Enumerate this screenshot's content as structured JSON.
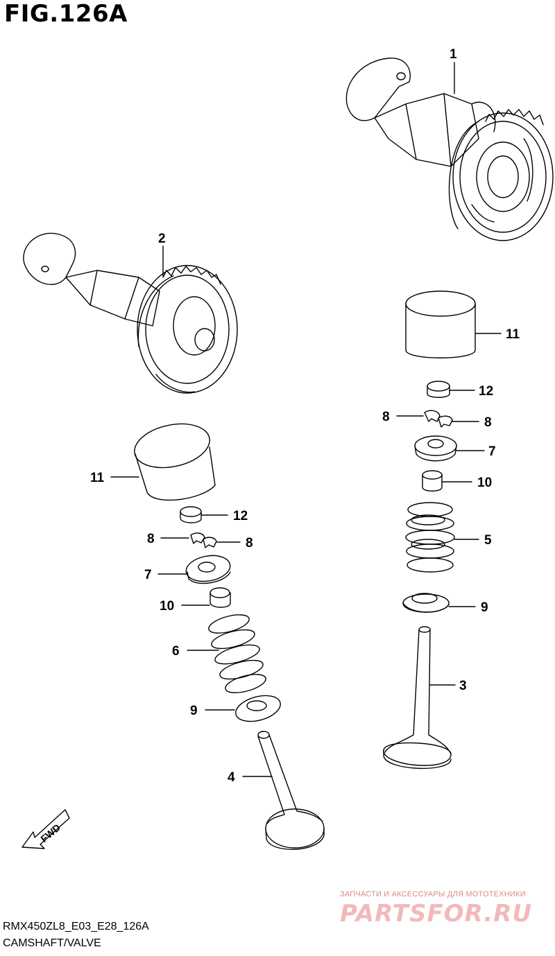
{
  "figure": {
    "title": "FIG.126A"
  },
  "callouts": {
    "c1": "1",
    "c2": "2",
    "c3": "3",
    "c4": "4",
    "c5": "5",
    "c6": "6",
    "c7a": "7",
    "c7b": "7",
    "c8a": "8",
    "c8b": "8",
    "c8c": "8",
    "c8d": "8",
    "c9a": "9",
    "c9b": "9",
    "c10a": "10",
    "c10b": "10",
    "c11a": "11",
    "c11b": "11",
    "c12a": "12",
    "c12b": "12"
  },
  "fwd_label": "FWD",
  "footer": {
    "model_code": "RMX450ZL8_E03_E28_126A",
    "section_name": "CAMSHAFT/VALVE"
  },
  "watermark": {
    "line1": "ЗАПЧАСТИ И АКСЕССУАРЫ ДЛЯ МОТОТЕХНИКИ",
    "line2": "PARTSFOR.RU"
  },
  "colors": {
    "line": "#000000",
    "background": "#ffffff",
    "watermark": "#f2b9b9"
  }
}
